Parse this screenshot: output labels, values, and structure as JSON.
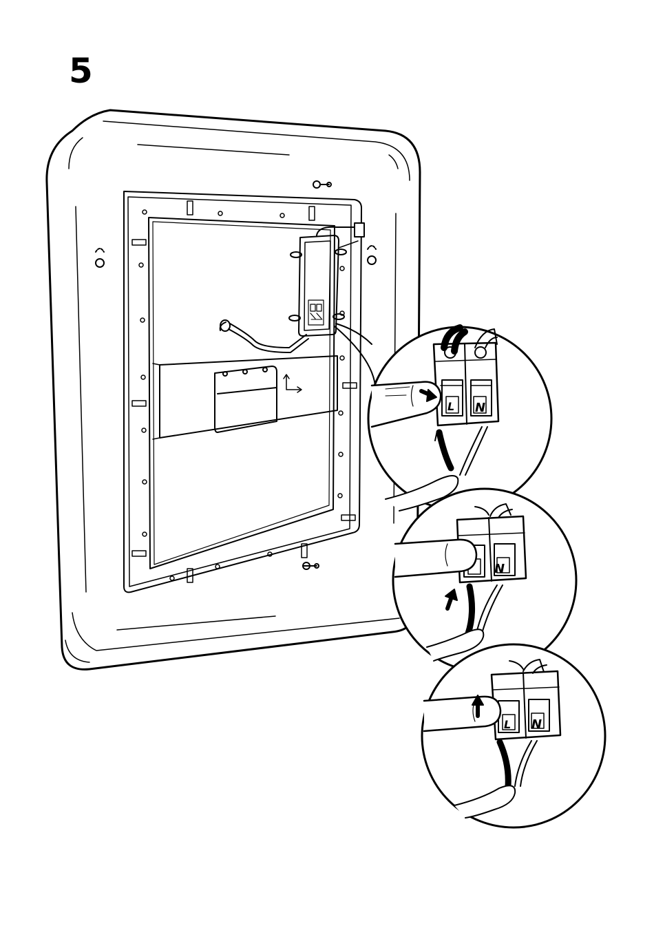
{
  "step": {
    "number": "5"
  },
  "terminal_labels": {
    "live": "L",
    "neutral": "N"
  }
}
